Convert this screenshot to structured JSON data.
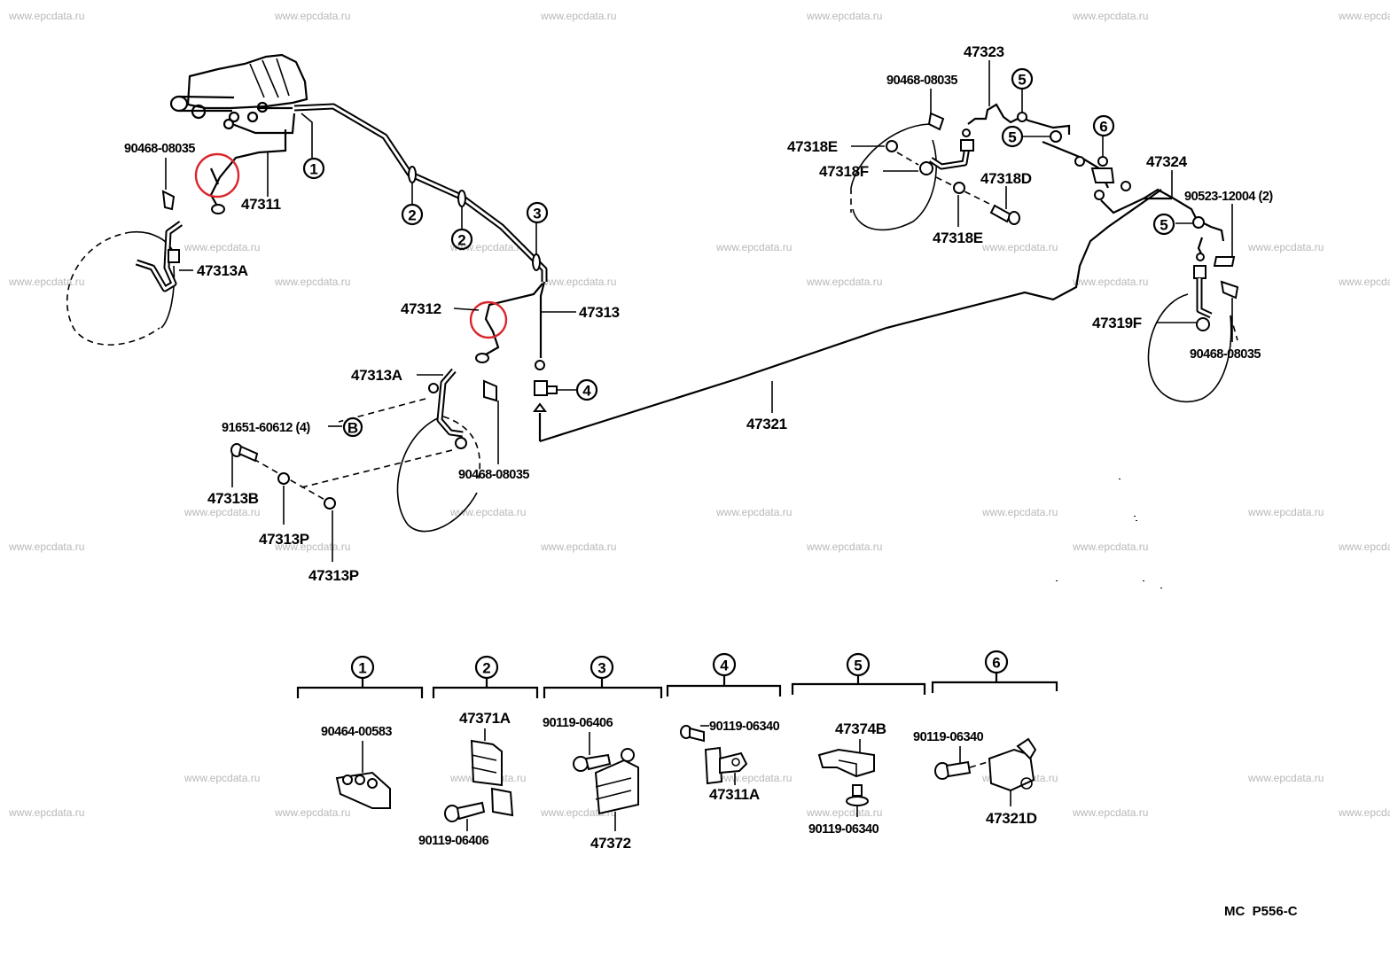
{
  "watermark": "www.epcdata.ru",
  "diagram_code": "MC  P556-C",
  "colors": {
    "highlight": "#d9262b",
    "watermark": "#b8b8b8",
    "ink": "#000000"
  },
  "callouts": {
    "c1": "1",
    "c2": "2",
    "c3": "3",
    "c4": "4",
    "c5": "5",
    "c6": "6",
    "cB": "B"
  },
  "labels": {
    "p90468_a": "90468-08035",
    "p47311": "47311",
    "p47313A_a": "47313A",
    "p47312": "47312",
    "p47313": "47313",
    "p47313A_b": "47313A",
    "p91651": "91651-60612 (4)",
    "p47313B": "47313B",
    "p47313P_a": "47313P",
    "p47313P_b": "47313P",
    "p90468_b": "90468-08035",
    "p47321": "47321",
    "p47323": "47323",
    "p90468_c": "90468-08035",
    "p47318E_a": "47318E",
    "p47318F": "47318F",
    "p47318D": "47318D",
    "p47318E_b": "47318E",
    "p47324": "47324",
    "p90523": "90523-12004 (2)",
    "p47319F": "47319F",
    "p90468_d": "90468-08035"
  },
  "detail_groups": [
    {
      "callout": "1",
      "parts": [
        "90464-00583"
      ]
    },
    {
      "callout": "2",
      "parts": [
        "47371A",
        "90119-06406"
      ]
    },
    {
      "callout": "3",
      "parts": [
        "90119-06406",
        "47372"
      ]
    },
    {
      "callout": "4",
      "parts": [
        "90119-06340",
        "47311A"
      ]
    },
    {
      "callout": "5",
      "parts": [
        "47374B",
        "90119-06340"
      ]
    },
    {
      "callout": "6",
      "parts": [
        "90119-06340",
        "47321D"
      ]
    }
  ]
}
